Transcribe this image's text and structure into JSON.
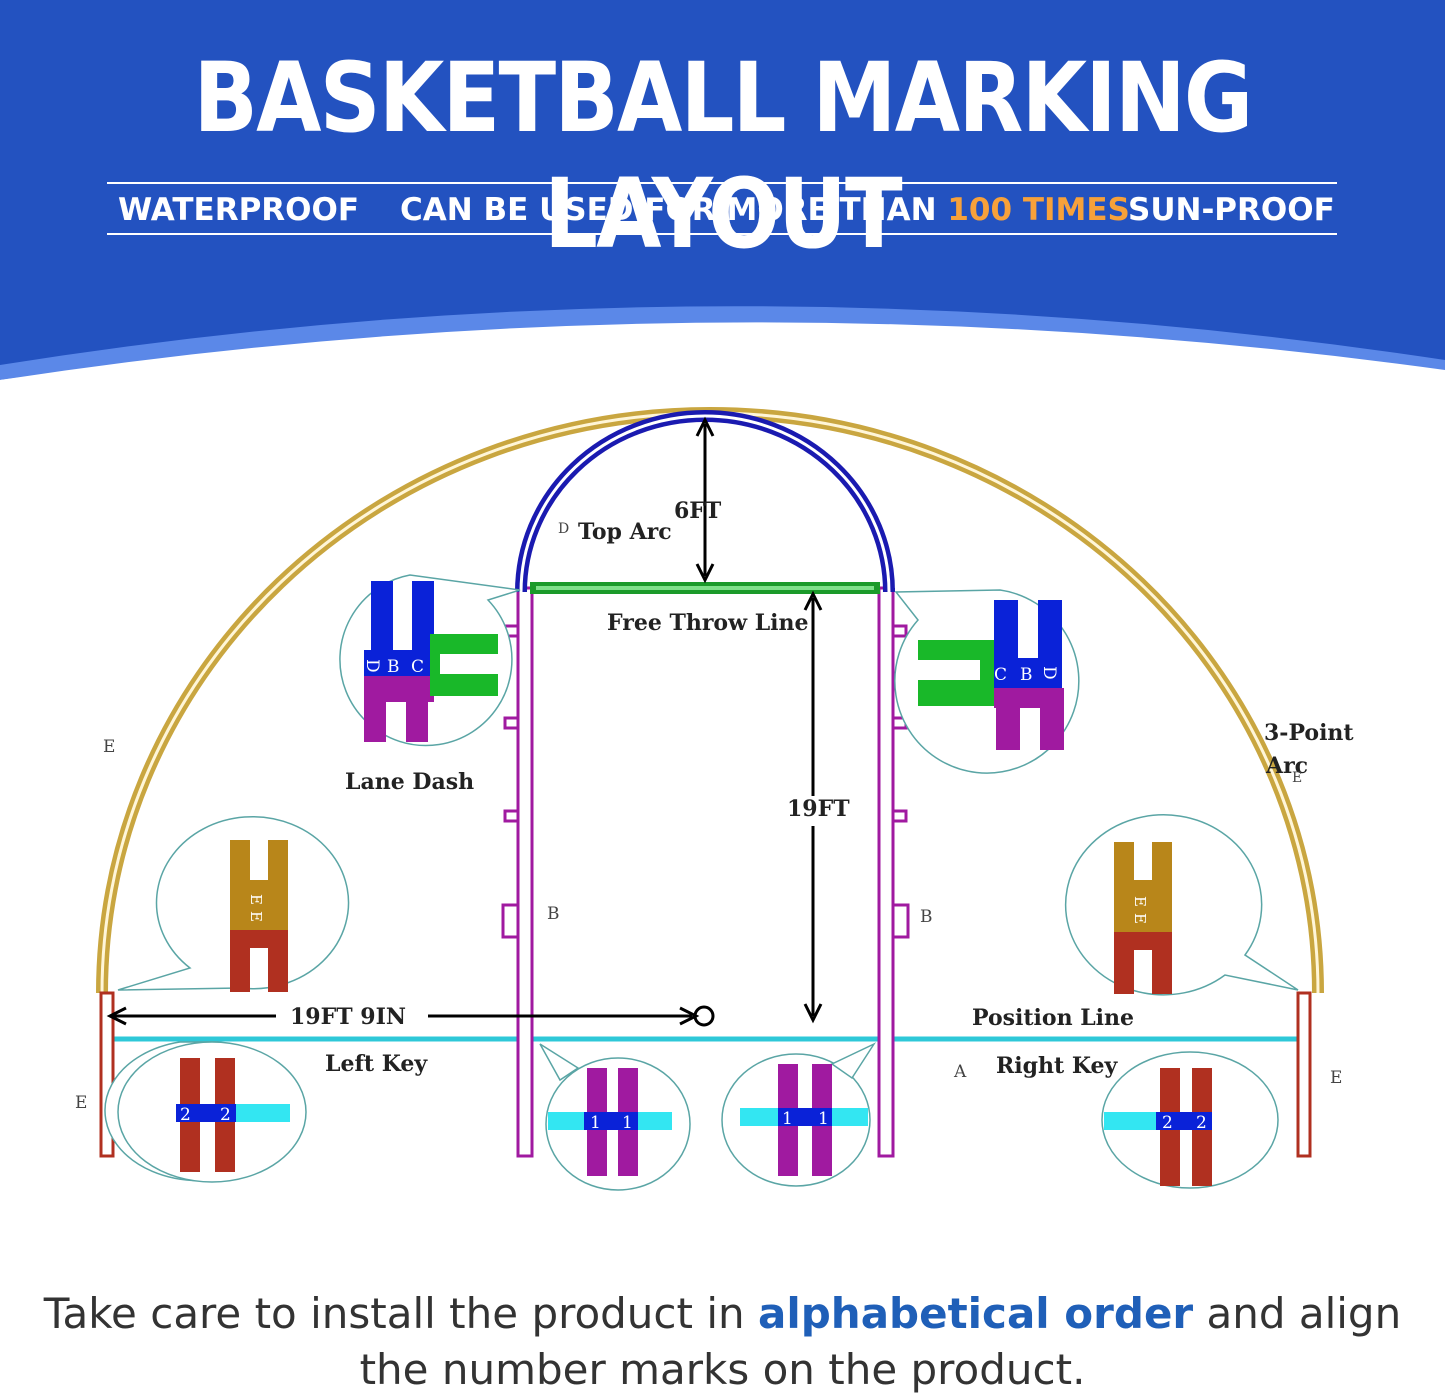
{
  "header": {
    "title": "BASKETBALL MARKING LAYOUT",
    "features": {
      "waterproof": "WATERPROOF",
      "uses_prefix": "CAN BE USED FOR MORE THAN ",
      "uses_highlight": "100 TIMES",
      "sunproof": "SUN-PROOF"
    },
    "colors": {
      "background": "#2352c0",
      "highlight": "#f7a13a",
      "wave": "#5b88e8"
    }
  },
  "diagram": {
    "labels": {
      "top_arc": "Top Arc",
      "six_ft": "6FT",
      "free_throw_line": "Free Throw Line",
      "lane_dash": "Lane Dash",
      "three_point_arc_line1": "3-Point",
      "three_point_arc_line2": "Arc",
      "nineteen_ft": "19FT",
      "nineteen_ft_nine_in": "19FT 9IN",
      "position_line": "Position Line",
      "left_key": "Left Key",
      "right_key": "Right Key"
    },
    "letters": {
      "a": "A",
      "b": "B",
      "c": "C",
      "d": "D",
      "e": "E"
    },
    "numbers": {
      "one": "1",
      "two": "2"
    },
    "colors": {
      "three_point_arc": "#c9a640",
      "top_arc": "#1a1ab0",
      "free_throw_line": "#1b9a2a",
      "lane": "#a01aa0",
      "baseline": "#2ec8d8",
      "corner": "#b03020",
      "e_connector": "#b8861a",
      "d_connector": "#0a22d8",
      "c_connector": "#19b829",
      "cyan_bar": "#33e6f2"
    }
  },
  "footer": {
    "text_before": "Take care to install the product in ",
    "emphasis": "alphabetical order",
    "text_after": " and align the number marks on the product."
  }
}
